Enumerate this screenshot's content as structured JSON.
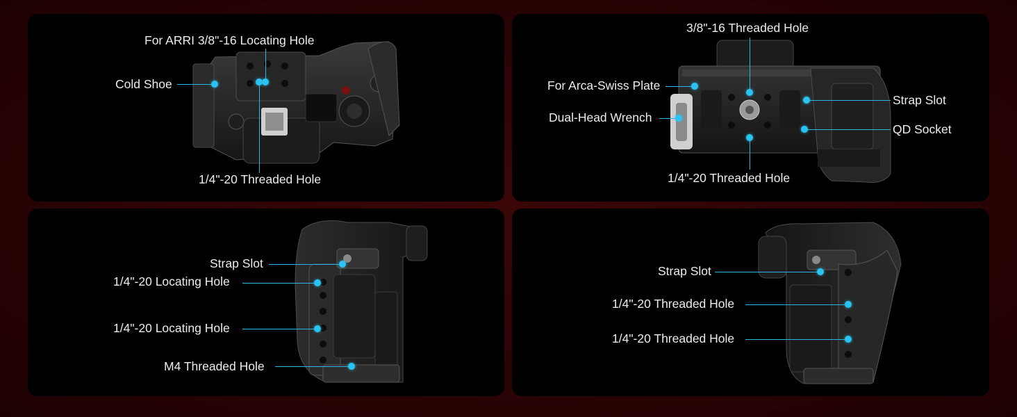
{
  "panels": [
    {
      "id": "top-view",
      "labels": {
        "arri_hole": "For ARRI 3/8\"-16 Locating Hole",
        "cold_shoe": "Cold Shoe",
        "quarter_threaded": "1/4\"-20 Threaded Hole"
      }
    },
    {
      "id": "bottom-view",
      "labels": {
        "three_eighths_threaded": "3/8\"-16 Threaded Hole",
        "arca_plate": "For Arca-Swiss Plate",
        "wrench": "Dual-Head Wrench",
        "strap_slot": "Strap Slot",
        "qd_socket": "QD Socket",
        "quarter_threaded": "1/4\"-20 Threaded Hole"
      }
    },
    {
      "id": "left-side-view",
      "labels": {
        "strap_slot": "Strap Slot",
        "locating_hole_1": "1/4\"-20 Locating Hole",
        "locating_hole_2": "1/4\"-20 Locating Hole",
        "m4_threaded": "M4 Threaded Hole"
      }
    },
    {
      "id": "right-side-view",
      "labels": {
        "strap_slot": "Strap Slot",
        "threaded_1": "1/4\"-20 Threaded Hole",
        "threaded_2": "1/4\"-20 Threaded Hole"
      }
    }
  ],
  "colors": {
    "accent": "#2bc4f2",
    "background": "#2a0305",
    "panel": "#000000",
    "text": "#ececec"
  }
}
